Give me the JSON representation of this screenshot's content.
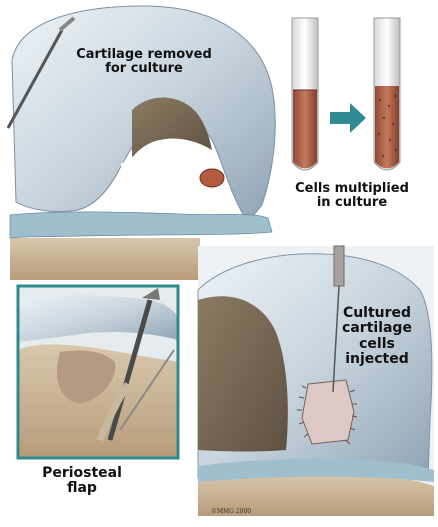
{
  "labels": {
    "cartilage_removed": "Cartilage removed\nfor culture",
    "cells_multiplied": "Cells multiplied\nin culture",
    "cells_injected": "Cultured\ncartilage\ncells\ninjected",
    "periosteal_flap": "Periosteal\nflap",
    "copyright": "©MMG 2000"
  },
  "colors": {
    "arrow": "#2e8c92",
    "inset_frame": "#2f8a8e",
    "cartilage": "#c4d2dd",
    "bone": "#c9b496",
    "cells": "#b25b3f"
  }
}
